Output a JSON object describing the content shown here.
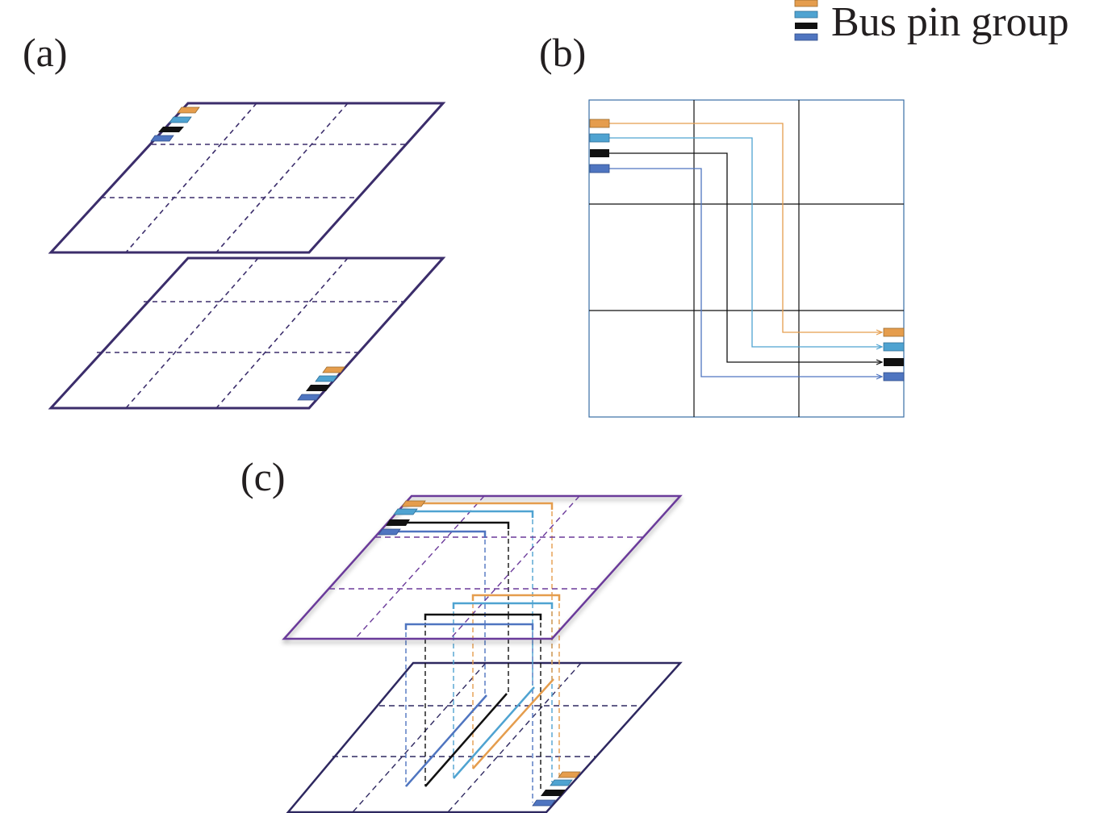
{
  "labels": {
    "panel_a": "(a)",
    "panel_b": "(b)",
    "panel_c": "(c)"
  },
  "legend": {
    "text": "Bus pin group"
  },
  "colors": {
    "orange": "#e59d4d",
    "light_blue": "#4fa3d1",
    "black": "#111111",
    "blue": "#4f75c0",
    "panel_a_outline": "#3b2d6b",
    "panel_c_top_outline": "#6b3a9a",
    "panel_c_bottom_outline": "#2e2860",
    "panel_b_outline": "#3a6ea5",
    "grid_black": "#111111"
  },
  "pin_order": [
    "orange",
    "light_blue",
    "black",
    "blue"
  ]
}
